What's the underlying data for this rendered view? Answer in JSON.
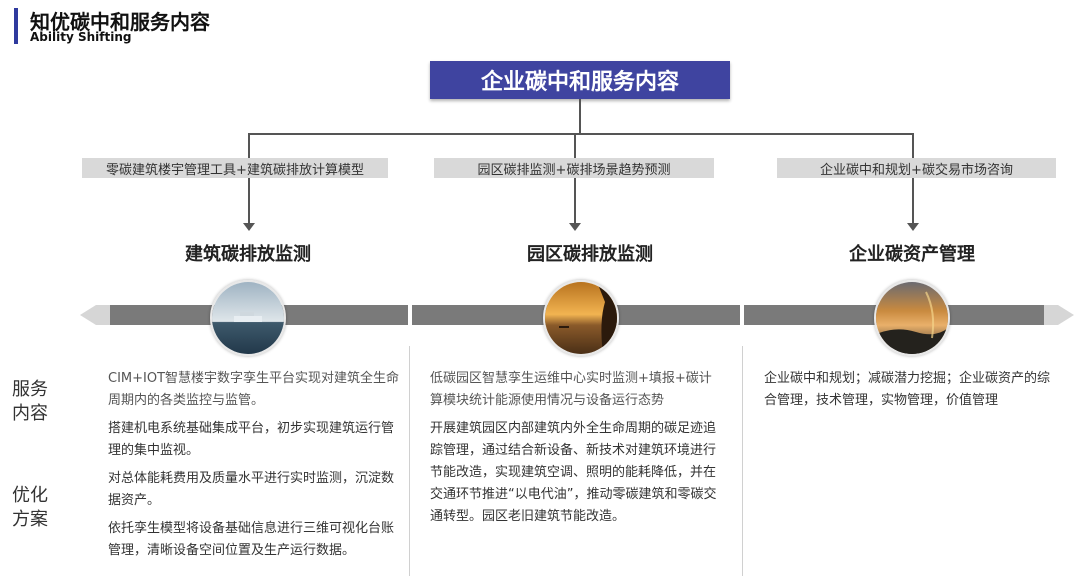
{
  "header": {
    "title": "知优碳中和服务内容",
    "subtitle": "Ability Shifting"
  },
  "main_title": "企业碳中和服务内容",
  "categories": [
    {
      "tag": "零碳建筑楼宇管理工具+建筑碳排放计算模型",
      "heading": "建筑碳排放监测",
      "service": "CIM+IOT智慧楼宇数字孪生平台实现对建筑全生命周期内的各类监控与监管。",
      "optimization": [
        "搭建机电系统基础集成平台，初步实现建筑运行管理的集中监视。",
        "对总体能耗费用及质量水平进行实时监测，沉淀数据资产。",
        "依托孪生模型将设备基础信息进行三维可视化台账管理，清晰设备空间位置及生产运行数据。"
      ],
      "photo_icon": "ship-on-sea-photo"
    },
    {
      "tag": "园区碳排监测+碳排场景趋势预测",
      "heading": "园区碳排放监测",
      "service": "低碳园区智慧孪生运维中心实时监测+填报+碳计算模块统计能源使用情况与设备运行态势",
      "optimization": [
        "开展建筑园区内部建筑内外全生命周期的碳足迹追踪管理，通过结合新设备、新技术对建筑环境进行节能改造，实现建筑空调、照明的能耗降低，并在交通环节推进“以电代油”，推动零碳建筑和零碳交通转型。园区老旧建筑节能改造。"
      ],
      "photo_icon": "sunset-lake-photo"
    },
    {
      "tag": "企业碳中和规划+碳交易市场咨询",
      "heading": "企业碳资产管理",
      "service": "企业碳中和规划；减碳潜力挖掘；企业碳资产的综合管理，技术管理，实物管理，价值管理",
      "optimization": [],
      "photo_icon": "rainbow-coast-photo"
    }
  ],
  "side_labels": {
    "service": "服务内容",
    "optimization": "优化方案"
  },
  "colors": {
    "main_box": "#3f44a0",
    "title_bar": "#2f3a9e",
    "timeline": "#7a7a7a",
    "tag_bg": "#d9d9d9"
  }
}
